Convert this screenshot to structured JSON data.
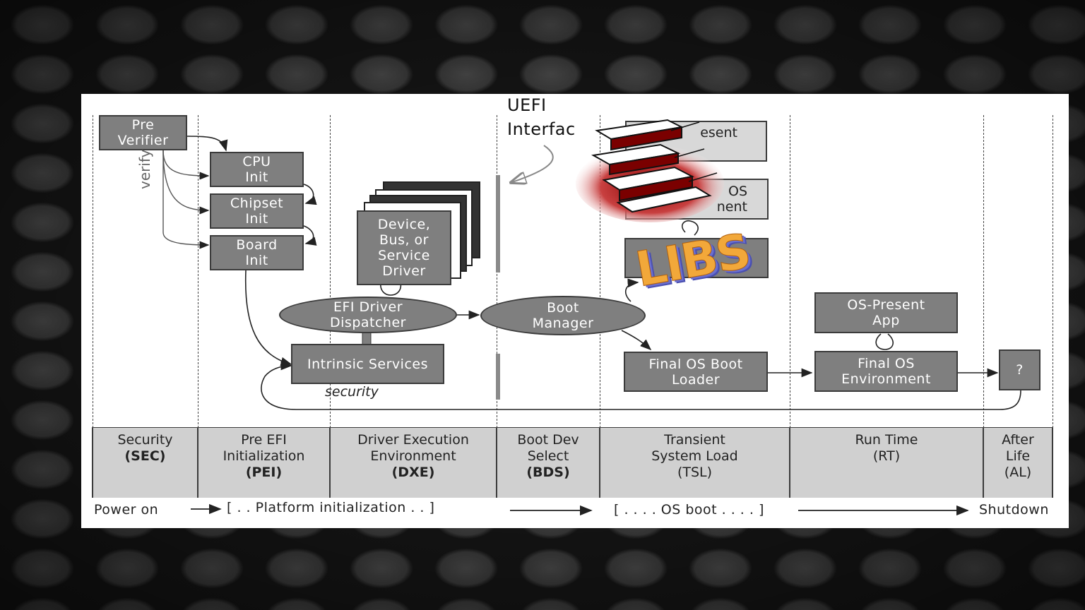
{
  "title": {
    "line1": "UEFI",
    "line2": "Interfac"
  },
  "boxes": {
    "pre_verifier": "Pre\nVerifier",
    "cpu_init": "CPU\nInit",
    "chipset_init": "Chipset\nInit",
    "board_init": "Board\nInit",
    "device_driver": "Device,\nBus, or\nService\nDriver",
    "efi_dispatcher": "EFI Driver\nDispatcher",
    "intrinsic_services": "Intrinsic Services",
    "boot_manager": "Boot\nManager",
    "os_present_partial": "esent",
    "os_env_partial_1": "OS",
    "os_env_partial_2": "nent",
    "final_os_boot_loader": "Final OS Boot\nLoader",
    "os_present_app": "OS-Present\nApp",
    "final_os_environment": "Final OS\nEnvironment",
    "question": "?"
  },
  "labels": {
    "verify": "verify",
    "security": "security"
  },
  "clipart": {
    "text": "LIBS",
    "icon": "stacked-books-icon"
  },
  "phases": [
    {
      "line1": "Security",
      "line2": "(SEC)",
      "line3": ""
    },
    {
      "line1": "Pre EFI",
      "line2": "Initialization",
      "line3": "(PEI)"
    },
    {
      "line1": "Driver Execution",
      "line2": "Environment",
      "line3": "(DXE)"
    },
    {
      "line1": "Boot Dev",
      "line2": "Select",
      "line3": "(BDS)"
    },
    {
      "line1": "Transient",
      "line2": "System Load",
      "line3": "(TSL)"
    },
    {
      "line1": "Run Time",
      "line2": "(RT)",
      "line3": ""
    },
    {
      "line1": "After",
      "line2": "Life",
      "line3": "(AL)"
    }
  ],
  "timeline": {
    "power_on": "Power on",
    "platform_init": "[ . . Platform initialization . . ]",
    "os_boot": "[ . . . . OS boot . . . . ]",
    "shutdown": "Shutdown"
  },
  "colors": {
    "box": "#7f7f7f",
    "phase_bg": "#d0d0d0",
    "slide_bg": "#ffffff"
  }
}
